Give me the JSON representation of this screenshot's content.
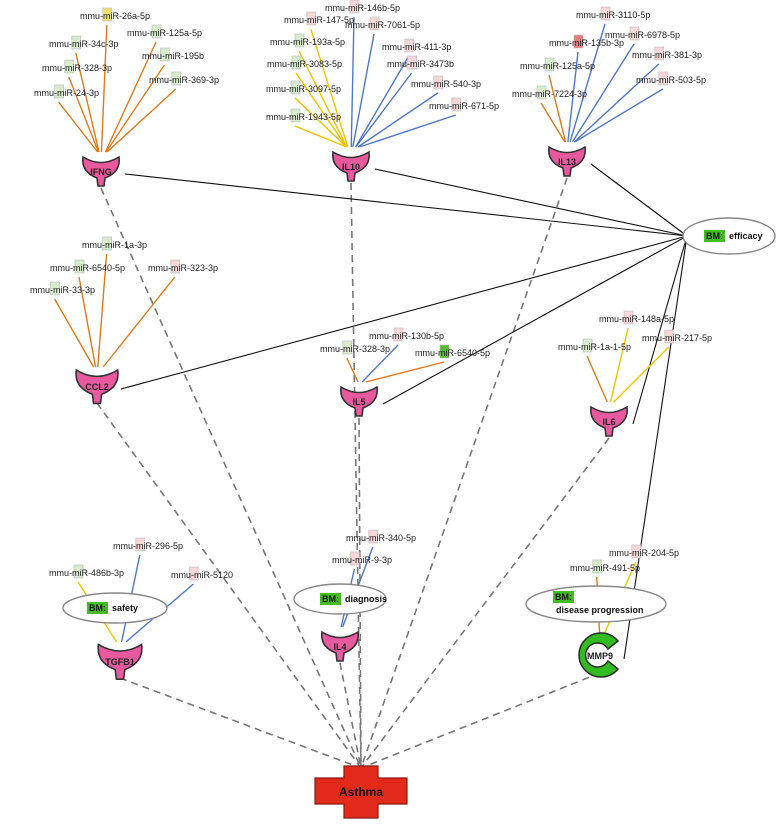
{
  "colors": {
    "gene_fill": "#e8599e",
    "gene_stroke": "#333333",
    "mmp9_fill": "#33bb22",
    "disease_fill": "#e22a1a",
    "bm_tag": "#44bb22",
    "edge_orange": "#e07a1e",
    "edge_yellow": "#f2c400",
    "edge_blue": "#4f78c8",
    "dashed": "#777777"
  },
  "genes": [
    {
      "id": "IFNG",
      "label": "IFNG"
    },
    {
      "id": "IL10",
      "label": "IL10"
    },
    {
      "id": "IL13",
      "label": "IL13"
    },
    {
      "id": "CCL2",
      "label": "CCL2"
    },
    {
      "id": "IL5",
      "label": "IL5"
    },
    {
      "id": "IL6",
      "label": "IL6"
    },
    {
      "id": "TGFB1",
      "label": "TGFB1"
    },
    {
      "id": "IL4",
      "label": "IL4"
    },
    {
      "id": "MMP9",
      "label": "MMP9"
    }
  ],
  "disease": {
    "label": "Asthma"
  },
  "biomarkers": [
    {
      "id": "efficacy",
      "tag": "BM:",
      "label": "efficacy"
    },
    {
      "id": "safety",
      "tag": "BM:",
      "label": "safety"
    },
    {
      "id": "diagnosis",
      "tag": "BM:",
      "label": "diagnosis"
    },
    {
      "id": "progression",
      "tag": "BM:",
      "label": "disease progression"
    }
  ],
  "mirnas": [
    {
      "label": "mmu-miR-26a-5p",
      "gene": "IFNG",
      "color": "orange",
      "box": "#f0e070"
    },
    {
      "label": "mmu-miR-125a-5p",
      "gene": "IFNG",
      "color": "orange",
      "box": "#d6eccc"
    },
    {
      "label": "mmu-miR-34c-3p",
      "gene": "IFNG",
      "color": "orange",
      "box": "#d6eccc"
    },
    {
      "label": "mmu-miR-195b",
      "gene": "IFNG",
      "color": "orange",
      "box": "#d6eccc"
    },
    {
      "label": "mmu-miR-328-3p",
      "gene": "IFNG",
      "color": "orange",
      "box": "#d6eccc"
    },
    {
      "label": "mmu-miR-369-3p",
      "gene": "IFNG",
      "color": "orange",
      "box": "#d6eccc"
    },
    {
      "label": "mmu-miR-24-3p",
      "gene": "IFNG",
      "color": "orange",
      "box": "#d6eccc"
    },
    {
      "label": "mmu-miR-146b-5p",
      "gene": "IL10",
      "color": "blue",
      "box": "#f6d6d6"
    },
    {
      "label": "mmu-miR-147-5p",
      "gene": "IL10",
      "color": "yellow",
      "box": "#f6d6d6"
    },
    {
      "label": "mmu-miR-7061-5p",
      "gene": "IL10",
      "color": "blue",
      "box": "#f6d6d6"
    },
    {
      "label": "mmu-miR-193a-5p",
      "gene": "IL10",
      "color": "yellow",
      "box": "#d6eccc"
    },
    {
      "label": "mmu-miR-411-3p",
      "gene": "IL10",
      "color": "blue",
      "box": "#f6d6d6"
    },
    {
      "label": "mmu-miR-3083-5p",
      "gene": "IL10",
      "color": "yellow",
      "box": "#d6eccc"
    },
    {
      "label": "mmu-miR-3473b",
      "gene": "IL10",
      "color": "blue",
      "box": "#f6d6d6"
    },
    {
      "label": "mmu-miR-540-3p",
      "gene": "IL10",
      "color": "blue",
      "box": "#f6d6d6"
    },
    {
      "label": "mmu-miR-3097-5p",
      "gene": "IL10",
      "color": "yellow",
      "box": "#d6eccc"
    },
    {
      "label": "mmu-miR-671-5p",
      "gene": "IL10",
      "color": "blue",
      "box": "#f6d6d6"
    },
    {
      "label": "mmu-miR-1943-5p",
      "gene": "IL10",
      "color": "yellow",
      "box": "#d6eccc"
    },
    {
      "label": "mmu-miR-3110-5p",
      "gene": "IL13",
      "color": "blue",
      "box": "#f6d6d6"
    },
    {
      "label": "mmu-miR-6978-5p",
      "gene": "IL13",
      "color": "blue",
      "box": "#f6d6d6"
    },
    {
      "label": "mmu-miR-135b-3p",
      "gene": "IL13",
      "color": "blue",
      "box": "#e88080"
    },
    {
      "label": "mmu-miR-381-3p",
      "gene": "IL13",
      "color": "blue",
      "box": "#f6d6d6"
    },
    {
      "label": "mmu-miR-125a-5p",
      "gene": "IL13",
      "color": "orange",
      "box": "#d6eccc"
    },
    {
      "label": "mmu-miR-503-5p",
      "gene": "IL13",
      "color": "blue",
      "box": "#f6d6d6"
    },
    {
      "label": "mmu-miR-7224-3p",
      "gene": "IL13",
      "color": "orange",
      "box": "#d6eccc"
    },
    {
      "label": "mmu-miR-1a-3p",
      "gene": "CCL2",
      "color": "orange",
      "box": "#d6eccc"
    },
    {
      "label": "mmu-miR-6540-5p",
      "gene": "CCL2",
      "color": "orange",
      "box": "#d6eccc"
    },
    {
      "label": "mmu-miR-323-3p",
      "gene": "CCL2",
      "color": "orange",
      "box": "#f6d6d6"
    },
    {
      "label": "mmu-miR-33-3p",
      "gene": "CCL2",
      "color": "orange",
      "box": "#d6eccc"
    },
    {
      "label": "mmu-miR-130b-5p",
      "gene": "IL5",
      "color": "blue",
      "box": "#f6d6d6"
    },
    {
      "label": "mmu-miR-328-3p",
      "gene": "IL5",
      "color": "orange",
      "box": "#d6eccc"
    },
    {
      "label": "mmu-miR-6540-5p",
      "gene": "IL5",
      "color": "orange",
      "box": "#55bb33"
    },
    {
      "label": "mmu-miR-148a-5p",
      "gene": "IL6",
      "color": "yellow",
      "box": "#f6d6d6"
    },
    {
      "label": "mmu-miR-217-5p",
      "gene": "IL6",
      "color": "yellow",
      "box": "#f6d6d6"
    },
    {
      "label": "mmu-miR-1a-1-5p",
      "gene": "IL6",
      "color": "orange",
      "box": "#d6eccc"
    },
    {
      "label": "mmu-miR-296-5p",
      "gene": "TGFB1",
      "color": "blue",
      "box": "#f6d6d6"
    },
    {
      "label": "mmu-miR-486b-3p",
      "gene": "TGFB1",
      "color": "yellow",
      "box": "#d6eccc"
    },
    {
      "label": "mmu-miR-5120",
      "gene": "TGFB1",
      "color": "blue",
      "box": "#f6d6d6"
    },
    {
      "label": "mmu-miR-340-5p",
      "gene": "IL4",
      "color": "blue",
      "box": "#f6d6d6"
    },
    {
      "label": "mmu-miR-9-3p",
      "gene": "IL4",
      "color": "blue",
      "box": "#f6d6d6"
    },
    {
      "label": "mmu-miR-204-5p",
      "gene": "MMP9",
      "color": "yellow",
      "box": "#f6d6d6"
    },
    {
      "label": "mmu-miR-491-5p",
      "gene": "MMP9",
      "color": "orange",
      "box": "#d6eccc"
    }
  ],
  "bm_links": [
    {
      "from": "IFNG",
      "to": "efficacy"
    },
    {
      "from": "IL10",
      "to": "efficacy"
    },
    {
      "from": "IL13",
      "to": "efficacy"
    },
    {
      "from": "CCL2",
      "to": "efficacy"
    },
    {
      "from": "IL5",
      "to": "efficacy"
    },
    {
      "from": "IL6",
      "to": "efficacy"
    },
    {
      "from": "MMP9",
      "to": "efficacy"
    }
  ],
  "disease_links": [
    "IFNG",
    "IL10",
    "IL13",
    "CCL2",
    "IL5",
    "IL6",
    "TGFB1",
    "IL4",
    "MMP9"
  ]
}
